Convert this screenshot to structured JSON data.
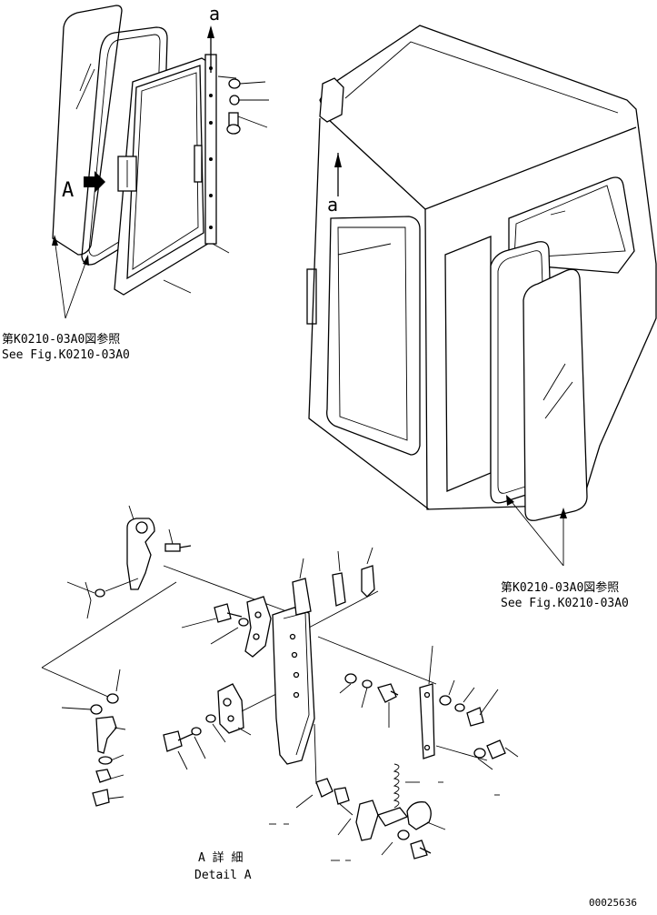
{
  "refs": {
    "top_left_jp": "第K0210-03A0図参照",
    "top_left_en": "See Fig.K0210-03A0",
    "right_jp": "第K0210-03A0図参照",
    "right_en": "See Fig.K0210-03A0"
  },
  "markers": {
    "a_top": "a",
    "a_cab": "a",
    "a_view": "A"
  },
  "detail": {
    "label_jp": "A 詳 細",
    "label_en": "Detail A"
  },
  "drawing_number": "00025636"
}
